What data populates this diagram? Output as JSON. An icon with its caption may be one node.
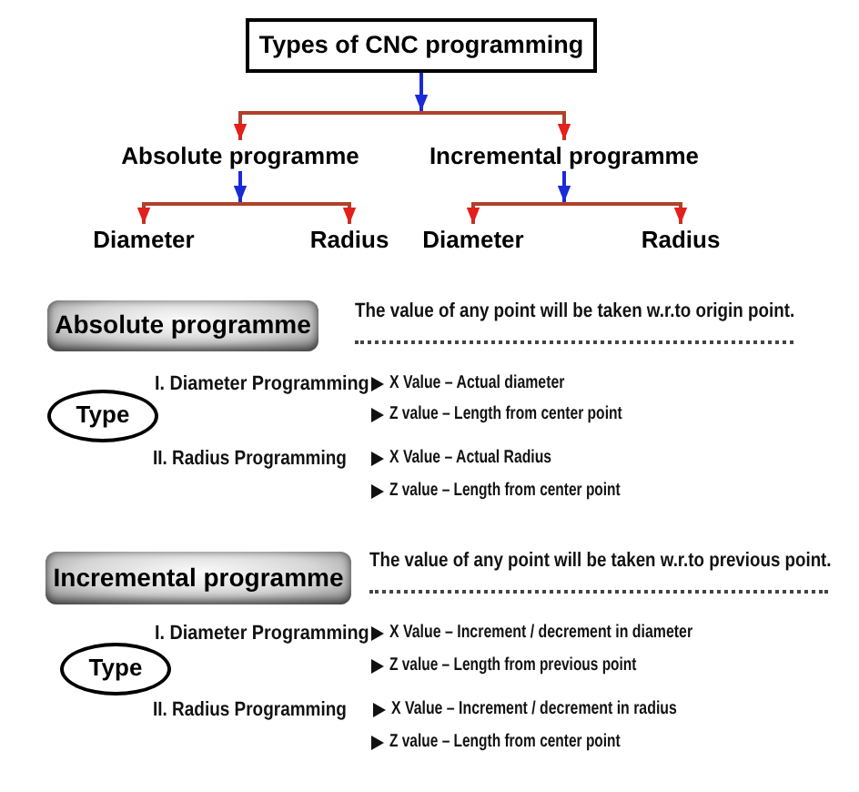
{
  "diagram": {
    "nodes": [
      {
        "text": [
          "Types of CNC programming"
        ]
      },
      {
        "text": [
          "Absolute programme"
        ]
      },
      {
        "text": [
          "Incremental programme"
        ]
      },
      {
        "text": [
          "Diameter"
        ]
      },
      {
        "text": [
          "Radius"
        ]
      },
      {
        "text": [
          "Diameter"
        ]
      },
      {
        "text": [
          "Radius"
        ]
      },
      {
        "text": [
          "Absolute programme"
        ]
      },
      {
        "text": [
          "Type"
        ]
      },
      {
        "text": [
          "Incremental programme"
        ]
      },
      {
        "text": [
          "Type"
        ]
      }
    ],
    "edges": [
      {
        "from": 0,
        "to": 1,
        "arrow": "to"
      },
      {
        "from": 0,
        "to": 2,
        "arrow": "to"
      },
      {
        "from": 1,
        "to": 3,
        "arrow": "to"
      },
      {
        "from": 1,
        "to": 4,
        "arrow": "to"
      },
      {
        "from": 2,
        "to": 5,
        "arrow": "to"
      },
      {
        "from": 2,
        "to": 6,
        "arrow": "to"
      }
    ],
    "labels": [
      "The value of any point will be taken w.r.to origin point.",
      "I. Diameter Programming",
      "X Value – Actual diameter",
      "Z value – Length from center point",
      "II. Radius Programming",
      "X Value – Actual Radius",
      "Z value – Length from center point",
      "The value of any point will be taken w.r.to previous point.",
      "I. Diameter Programming",
      "X Value – Increment / decrement in diameter",
      "Z value – Length from previous point",
      "II. Radius Programming",
      "X Value – Increment / decrement in radius",
      "Z value – Length from center point"
    ]
  }
}
